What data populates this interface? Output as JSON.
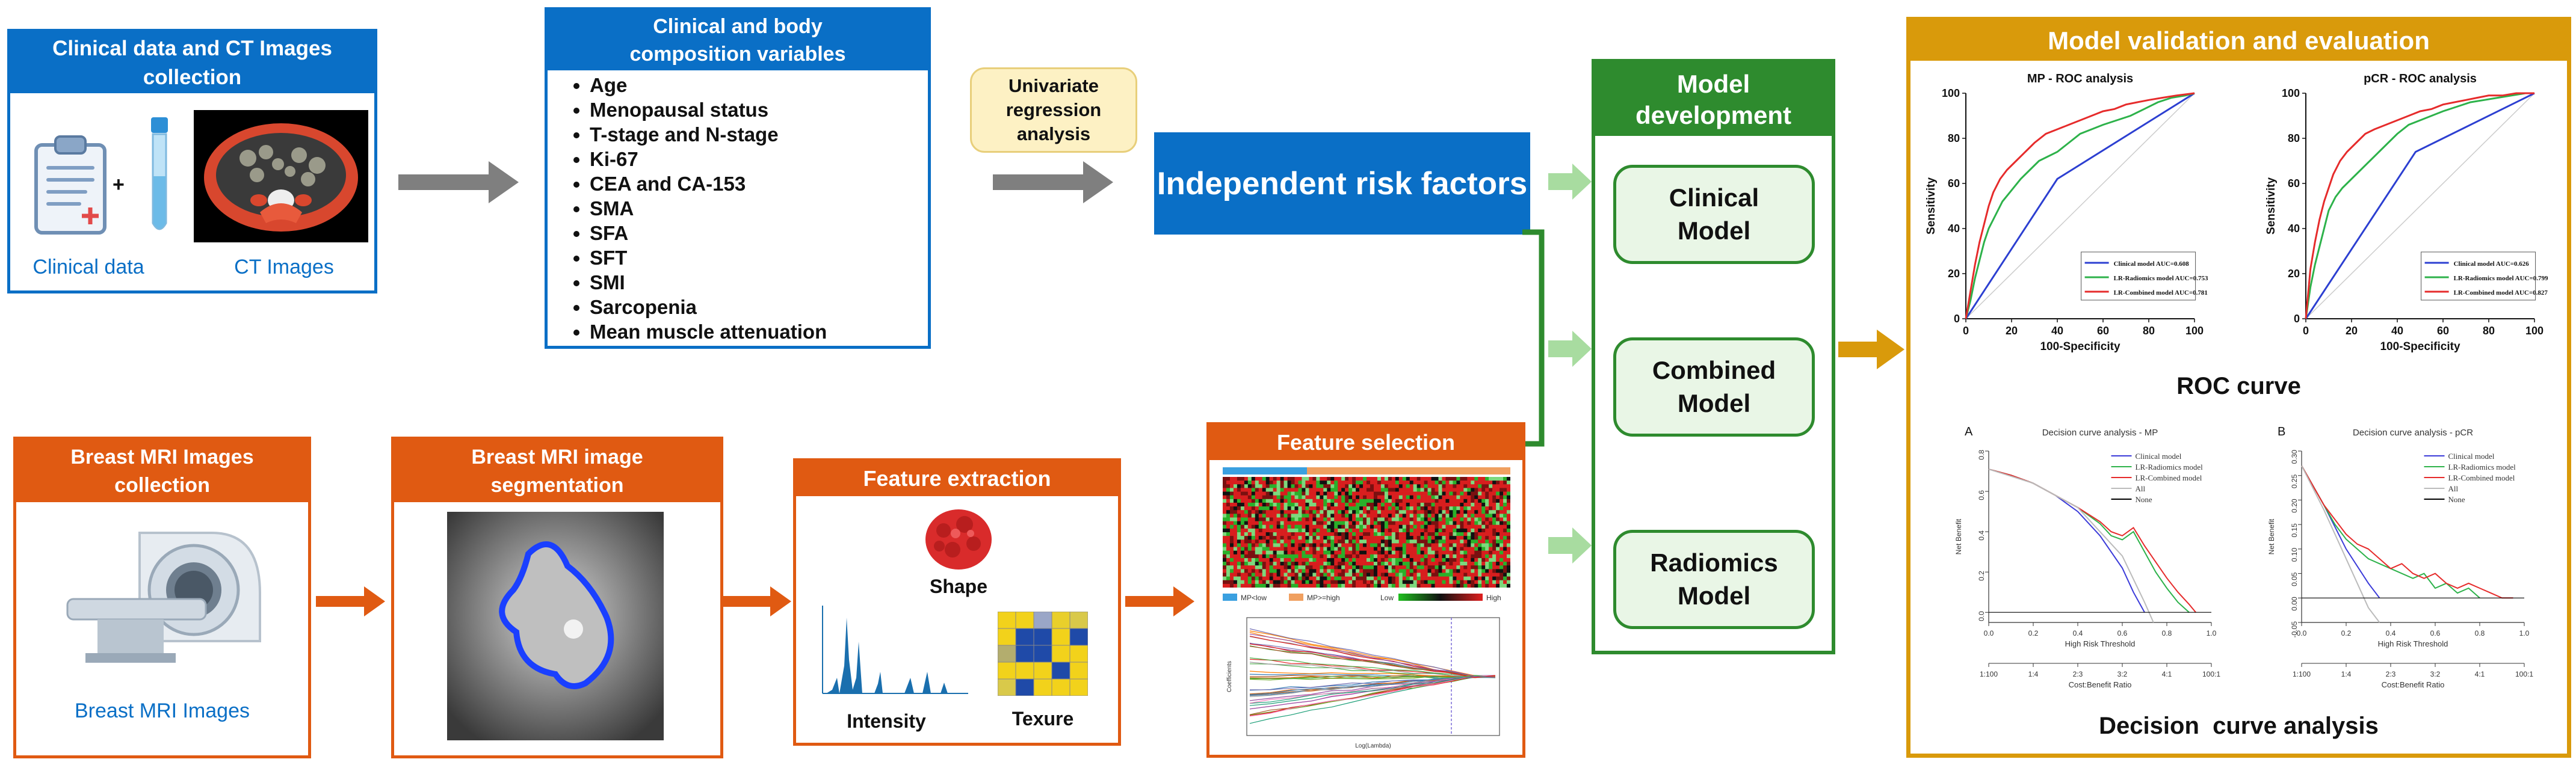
{
  "clinical_box": {
    "title": "Clinical data and CT Images collection",
    "plus": "+",
    "label_clinical": "Clinical data",
    "label_ct": "CT Images"
  },
  "variables_box": {
    "title": "Clinical and body composition variables",
    "items": [
      "Age",
      "Menopausal status",
      "T-stage and N-stage",
      "Ki-67",
      "CEA and CA-153",
      "SMA",
      "SFA",
      "SFT",
      "SMI",
      "Sarcopenia",
      "Mean muscle attenuation"
    ]
  },
  "univariate": {
    "label": "Univariate regression analysis"
  },
  "independent": {
    "label": "Independent risk factors"
  },
  "model_dev": {
    "title": "Model development",
    "models": [
      "Clinical Model",
      "Combined Model",
      "Radiomics Model"
    ]
  },
  "mri_box": {
    "title": "Breast MRI Images collection",
    "caption": "Breast MRI Images"
  },
  "seg_box": {
    "title": "Breast MRI image segmentation"
  },
  "feat_box": {
    "title": "Feature extraction",
    "shape": "Shape",
    "intensity": "Intensity",
    "texture": "Texure"
  },
  "sel_box": {
    "title": "Feature selection",
    "heat_legend": [
      "MP<low",
      "MP>=high",
      "Low",
      "High"
    ],
    "lasso_xlabel": "Log(Lambda)",
    "lasso_ylabel": "Coefficients"
  },
  "validation": {
    "title": "Model validation and evaluation",
    "roc_caption": "ROC curve",
    "dca_caption": "Decision  curve analysis"
  },
  "colors": {
    "blue": "#0a6fc6",
    "orange": "#e05a12",
    "green": "#2e8b2e",
    "gold": "#d99a0b",
    "grey_arrow": "#7f7f7f"
  },
  "chart_data": [
    {
      "type": "line",
      "title": "MP - ROC analysis",
      "xlabel": "100-Specificity",
      "ylabel": "Sensitivity",
      "xlim": [
        0,
        100
      ],
      "ylim": [
        0,
        100
      ],
      "ticks": [
        0,
        20,
        40,
        60,
        80,
        100
      ],
      "series": [
        {
          "name": "Clinical model AUC=0.608",
          "color": "#2c3fd1",
          "x": [
            0,
            40,
            100
          ],
          "y": [
            0,
            62,
            100
          ]
        },
        {
          "name": "LR-Radiomics model AUC=0.753",
          "color": "#2db24a",
          "x": [
            0,
            2,
            4,
            6,
            8,
            10,
            13,
            16,
            20,
            24,
            28,
            32,
            36,
            40,
            45,
            50,
            55,
            60,
            66,
            72,
            78,
            84,
            90,
            96,
            100
          ],
          "y": [
            0,
            8,
            18,
            26,
            34,
            40,
            46,
            52,
            57,
            62,
            66,
            70,
            72,
            74,
            78,
            82,
            84,
            86,
            88,
            90,
            93,
            96,
            98,
            99,
            100
          ]
        },
        {
          "name": "LR-Combined model AUC=0.781",
          "color": "#e62b2b",
          "x": [
            0,
            2,
            4,
            6,
            8,
            10,
            12,
            15,
            18,
            22,
            26,
            30,
            35,
            40,
            45,
            50,
            55,
            60,
            65,
            70,
            75,
            80,
            86,
            92,
            100
          ],
          "y": [
            0,
            12,
            24,
            34,
            42,
            50,
            56,
            62,
            66,
            70,
            74,
            78,
            82,
            84,
            86,
            88,
            90,
            92,
            93,
            95,
            96,
            97,
            98,
            99,
            100
          ]
        }
      ]
    },
    {
      "type": "line",
      "title": "pCR - ROC analysis",
      "xlabel": "100-Specificity",
      "ylabel": "Sensitivity",
      "xlim": [
        0,
        100
      ],
      "ylim": [
        0,
        100
      ],
      "ticks": [
        0,
        20,
        40,
        60,
        80,
        100
      ],
      "series": [
        {
          "name": "Clinical model AUC=0.626",
          "color": "#2c3fd1",
          "x": [
            0,
            48,
            100
          ],
          "y": [
            0,
            74,
            100
          ]
        },
        {
          "name": "LR-Radiomics model AUC=0.799",
          "color": "#2db24a",
          "x": [
            0,
            2,
            4,
            6,
            8,
            10,
            13,
            16,
            20,
            24,
            28,
            32,
            36,
            40,
            45,
            50,
            55,
            60,
            66,
            72,
            78,
            84,
            90,
            96,
            100
          ],
          "y": [
            0,
            14,
            24,
            32,
            40,
            48,
            54,
            58,
            62,
            66,
            70,
            74,
            78,
            82,
            86,
            88,
            90,
            92,
            94,
            96,
            97,
            98,
            99,
            100,
            100
          ]
        },
        {
          "name": "LR-Combined model AUC=0.827",
          "color": "#e62b2b",
          "x": [
            0,
            2,
            4,
            6,
            8,
            10,
            12,
            15,
            18,
            22,
            26,
            30,
            35,
            40,
            45,
            50,
            55,
            60,
            65,
            70,
            75,
            80,
            86,
            92,
            100
          ],
          "y": [
            0,
            22,
            34,
            44,
            52,
            58,
            64,
            70,
            74,
            78,
            82,
            84,
            86,
            88,
            90,
            92,
            93,
            95,
            96,
            97,
            98,
            99,
            99,
            100,
            100
          ]
        }
      ]
    },
    {
      "type": "line",
      "panel": "A",
      "title": "Decision curve analysis - MP",
      "xlabel": "High Risk Threshold",
      "ylabel": "Net Benefit",
      "xlim": [
        0,
        1
      ],
      "ylim": [
        -0.05,
        0.8
      ],
      "xticks": [
        0,
        0.2,
        0.4,
        0.6,
        0.8,
        1.0
      ],
      "xtick_labels": [
        "0.0",
        "0.2",
        "0.4",
        "0.6",
        "0.8",
        "1.0"
      ],
      "yticks": [
        0,
        0.2,
        0.4,
        0.6,
        0.8
      ],
      "ytick_labels": [
        "0.0",
        "0.2",
        "0.4",
        "0.6",
        "0.8"
      ],
      "cost_benefit_label": "Cost:Benefit Ratio",
      "cost_benefit_ticks": [
        "1:100",
        "1:4",
        "2:3",
        "3:2",
        "4:1",
        "100:1"
      ],
      "series": [
        {
          "name": "Clinical model",
          "color": "#3b3bd9",
          "x": [
            0,
            0.1,
            0.2,
            0.3,
            0.4,
            0.5,
            0.6,
            0.65,
            0.7
          ],
          "y": [
            0.71,
            0.68,
            0.64,
            0.58,
            0.5,
            0.38,
            0.22,
            0.1,
            0.0
          ]
        },
        {
          "name": "LR-Radiomics model",
          "color": "#2db24a",
          "x": [
            0,
            0.1,
            0.2,
            0.3,
            0.4,
            0.5,
            0.55,
            0.6,
            0.65,
            0.7,
            0.75,
            0.8,
            0.85,
            0.9
          ],
          "y": [
            0.71,
            0.68,
            0.64,
            0.58,
            0.52,
            0.44,
            0.38,
            0.36,
            0.4,
            0.3,
            0.2,
            0.12,
            0.05,
            0.0
          ]
        },
        {
          "name": "LR-Combined model",
          "color": "#e62b2b",
          "x": [
            0,
            0.1,
            0.2,
            0.3,
            0.4,
            0.5,
            0.55,
            0.6,
            0.65,
            0.7,
            0.75,
            0.8,
            0.85,
            0.9,
            0.93
          ],
          "y": [
            0.71,
            0.68,
            0.64,
            0.58,
            0.52,
            0.45,
            0.4,
            0.38,
            0.42,
            0.33,
            0.25,
            0.17,
            0.1,
            0.04,
            0.0
          ]
        },
        {
          "name": "All",
          "color": "#bbbbbb",
          "x": [
            0,
            0.2,
            0.4,
            0.6,
            0.7,
            0.74
          ],
          "y": [
            0.71,
            0.64,
            0.52,
            0.28,
            0.05,
            -0.05
          ]
        },
        {
          "name": "None",
          "color": "#000000",
          "x": [
            0,
            1
          ],
          "y": [
            0,
            0
          ]
        }
      ]
    },
    {
      "type": "line",
      "panel": "B",
      "title": "Decision curve analysis - pCR",
      "xlabel": "High Risk Threshold",
      "ylabel": "Net Benefit",
      "xlim": [
        0,
        1
      ],
      "ylim": [
        -0.05,
        0.3
      ],
      "xticks": [
        0,
        0.2,
        0.4,
        0.6,
        0.8,
        1.0
      ],
      "xtick_labels": [
        "0.0",
        "0.2",
        "0.4",
        "0.6",
        "0.8",
        "1.0"
      ],
      "yticks": [
        -0.05,
        0,
        0.05,
        0.1,
        0.15,
        0.2,
        0.25,
        0.3
      ],
      "ytick_labels": [
        "-0.05",
        "0.00",
        "0.05",
        "0.10",
        "0.15",
        "0.20",
        "0.25",
        "0.30"
      ],
      "cost_benefit_label": "Cost:Benefit Ratio",
      "cost_benefit_ticks": [
        "1:100",
        "1:4",
        "2:3",
        "3:2",
        "4:1",
        "100:1"
      ],
      "series": [
        {
          "name": "Clinical model",
          "color": "#3b3bd9",
          "x": [
            0,
            0.1,
            0.2,
            0.3,
            0.35
          ],
          "y": [
            0.27,
            0.19,
            0.1,
            0.03,
            0.0
          ]
        },
        {
          "name": "LR-Radiomics model",
          "color": "#2db24a",
          "x": [
            0,
            0.05,
            0.1,
            0.15,
            0.2,
            0.25,
            0.3,
            0.35,
            0.4,
            0.45,
            0.5,
            0.55,
            0.6,
            0.65,
            0.7,
            0.75,
            0.8
          ],
          "y": [
            0.27,
            0.23,
            0.19,
            0.15,
            0.12,
            0.1,
            0.08,
            0.07,
            0.06,
            0.05,
            0.04,
            0.05,
            0.02,
            0.03,
            0.01,
            0.02,
            0.0
          ]
        },
        {
          "name": "LR-Combined model",
          "color": "#e62b2b",
          "x": [
            0,
            0.05,
            0.1,
            0.15,
            0.2,
            0.25,
            0.3,
            0.35,
            0.4,
            0.45,
            0.5,
            0.55,
            0.6,
            0.65,
            0.7,
            0.75,
            0.8,
            0.85,
            0.9,
            0.95
          ],
          "y": [
            0.27,
            0.23,
            0.19,
            0.16,
            0.13,
            0.11,
            0.1,
            0.08,
            0.06,
            0.07,
            0.05,
            0.04,
            0.05,
            0.03,
            0.02,
            0.03,
            0.02,
            0.01,
            0.0,
            0.0
          ]
        },
        {
          "name": "All",
          "color": "#bbbbbb",
          "x": [
            0,
            0.1,
            0.2,
            0.3,
            0.35
          ],
          "y": [
            0.27,
            0.18,
            0.08,
            -0.02,
            -0.05
          ]
        },
        {
          "name": "None",
          "color": "#000000",
          "x": [
            0,
            1
          ],
          "y": [
            0,
            0
          ]
        }
      ]
    }
  ]
}
